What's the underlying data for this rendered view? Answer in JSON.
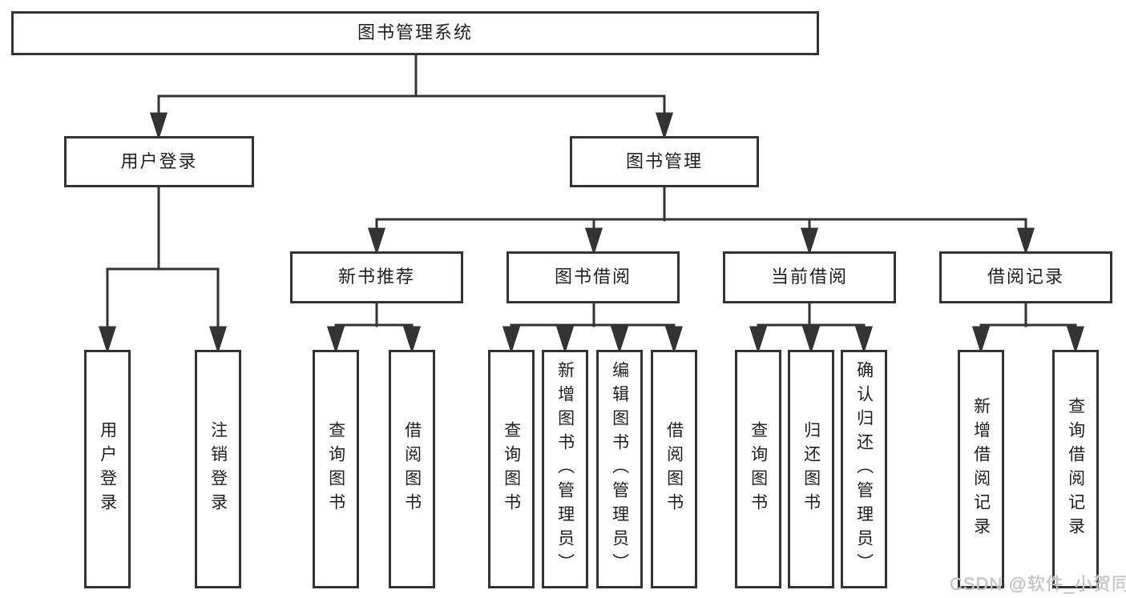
{
  "tree": {
    "root": "图书管理系统",
    "level2": [
      "用户登录",
      "图书管理"
    ],
    "level3": [
      "新书推荐",
      "图书借阅",
      "当前借阅",
      "借阅记录"
    ],
    "leaves": {
      "user_login": [
        "用户登录",
        "注销登录"
      ],
      "new_book": [
        "查询图书",
        "借阅图书"
      ],
      "book_borrow": [
        "查询图书",
        "新增图书（管理员）",
        "编辑图书（管理员）",
        "借阅图书"
      ],
      "current_borrow": [
        "查询图书",
        "归还图书",
        "确认归还（管理员）"
      ],
      "records": [
        "新增借阅记录",
        "查询借阅记录"
      ]
    }
  },
  "watermark": {
    "text": "CSDN @软件_小贺同学"
  },
  "colors": {
    "line": "#333333",
    "text": "#1f1f1f",
    "watermark": "#c7c5c5",
    "background": "#ffffff"
  }
}
